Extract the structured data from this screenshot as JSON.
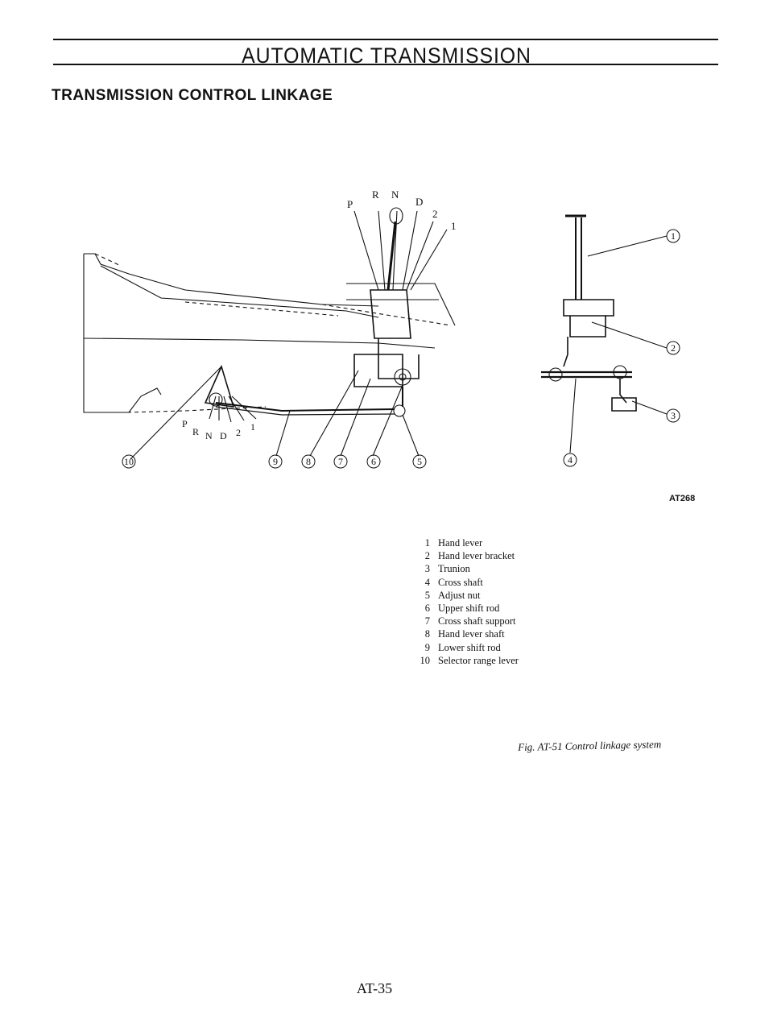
{
  "header": {
    "title": "AUTOMATIC TRANSMISSION"
  },
  "section": {
    "title": "TRANSMISSION CONTROL LINKAGE"
  },
  "figure": {
    "code": "AT268",
    "caption": "Fig. AT-51  Control linkage system",
    "upper_range_labels": [
      "P",
      "R",
      "N",
      "D",
      "2",
      "1"
    ],
    "lower_range_labels": [
      "P",
      "R",
      "N",
      "D",
      "2",
      "1"
    ],
    "callouts_left": [
      "10",
      "9",
      "8",
      "7",
      "6",
      "5"
    ],
    "callouts_right": [
      "1",
      "2",
      "3",
      "4"
    ]
  },
  "legend": {
    "items": [
      {
        "num": "1",
        "label": "Hand lever"
      },
      {
        "num": "2",
        "label": "Hand lever bracket"
      },
      {
        "num": "3",
        "label": "Trunion"
      },
      {
        "num": "4",
        "label": "Cross shaft"
      },
      {
        "num": "5",
        "label": "Adjust nut"
      },
      {
        "num": "6",
        "label": "Upper shift rod"
      },
      {
        "num": "7",
        "label": "Cross shaft support"
      },
      {
        "num": "8",
        "label": "Hand lever shaft"
      },
      {
        "num": "9",
        "label": "Lower shift rod"
      },
      {
        "num": "10",
        "label": "Selector range lever"
      }
    ]
  },
  "footer": {
    "page_number": "AT-35"
  }
}
